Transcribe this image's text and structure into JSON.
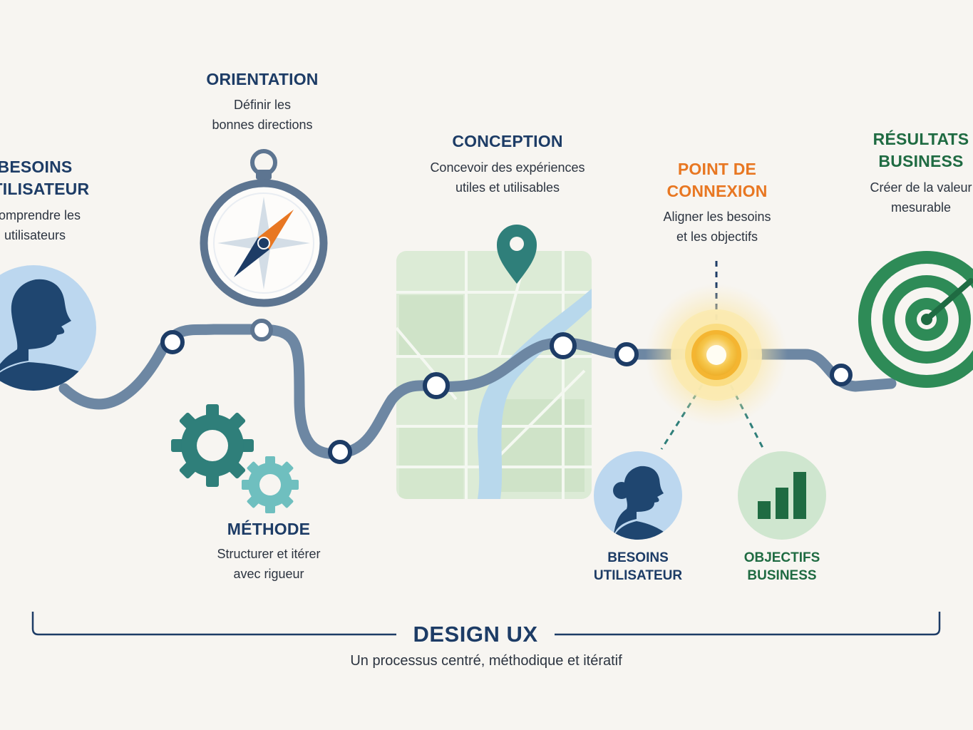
{
  "steps": {
    "besoins": {
      "title": [
        "BESOINS",
        "UTILISATEUR"
      ],
      "desc": [
        "Comprendre les",
        "utilisateurs"
      ]
    },
    "orientation": {
      "title": "ORIENTATION",
      "desc": [
        "Définir les",
        "bonnes directions"
      ]
    },
    "methode": {
      "title": "MÉTHODE",
      "desc": [
        "Structurer et itérer",
        "avec rigueur"
      ]
    },
    "conception": {
      "title": "CONCEPTION",
      "desc": [
        "Concevoir des expériences",
        "utiles et utilisables"
      ]
    },
    "connexion": {
      "title": [
        "POINT DE",
        "CONNEXION"
      ],
      "desc": [
        "Aligner les besoins",
        "et les objectifs"
      ]
    },
    "resultats": {
      "title": [
        "RÉSULTATS",
        "BUSINESS"
      ],
      "desc": [
        "Créer de la valeur",
        "mesurable"
      ]
    }
  },
  "connexion_inputs": {
    "besoins": [
      "BESOINS",
      "UTILISATEUR"
    ],
    "objectifs": [
      "OBJECTIFS",
      "BUSINESS"
    ]
  },
  "footer": {
    "title": "DESIGN UX",
    "tagline": "Un processus centré, méthodique et itératif"
  },
  "colors": {
    "navy": "#1d3c66",
    "orange": "#e87722",
    "green": "#1f6b42",
    "teal": "#2f7f7a",
    "path": "#6d87a3",
    "gold": "#f2b632"
  }
}
